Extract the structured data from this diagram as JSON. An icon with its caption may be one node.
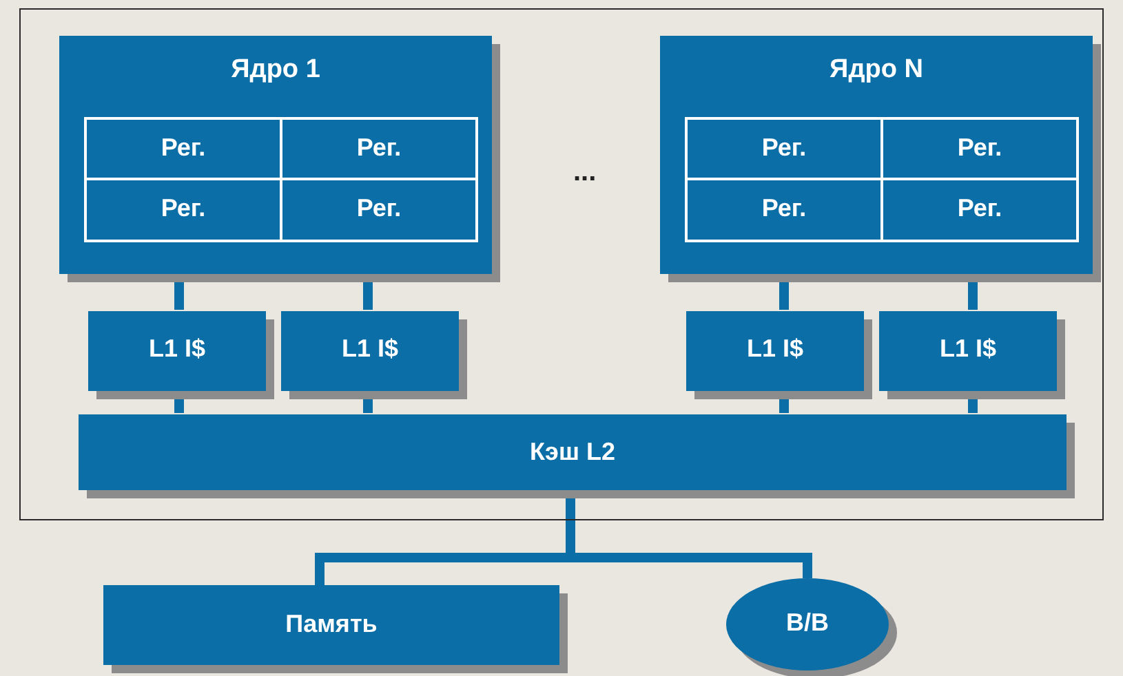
{
  "diagram": {
    "nodes": [
      {
        "text": [],
        "shape": "box"
      },
      {
        "text": [
          "Ядро 1"
        ],
        "in": 0
      },
      {
        "text": [
          "Рег."
        ],
        "in": 1
      },
      {
        "text": [
          "Рег."
        ],
        "in": 1
      },
      {
        "text": [
          "Рег."
        ],
        "in": 1
      },
      {
        "text": [
          "Рег."
        ],
        "in": 1
      },
      {
        "text": [
          "Ядро N"
        ],
        "in": 0
      },
      {
        "text": [
          "Рег."
        ],
        "in": 6
      },
      {
        "text": [
          "Рег."
        ],
        "in": 6
      },
      {
        "text": [
          "Рег."
        ],
        "in": 6
      },
      {
        "text": [
          "Рег."
        ],
        "in": 6
      },
      {
        "text": [
          "L1 I$"
        ],
        "in": 0
      },
      {
        "text": [
          "L1 I$"
        ],
        "in": 0
      },
      {
        "text": [
          "L1 I$"
        ],
        "in": 0
      },
      {
        "text": [
          "L1 I$"
        ],
        "in": 0
      },
      {
        "text": [
          "Кэш L2"
        ],
        "in": 0
      },
      {
        "text": [
          "Память"
        ]
      },
      {
        "text": [
          "В/В"
        ]
      }
    ],
    "edges": [
      {
        "from": 1,
        "to": 11,
        "arrow": "none"
      },
      {
        "from": 1,
        "to": 12,
        "arrow": "none"
      },
      {
        "from": 6,
        "to": 13,
        "arrow": "none"
      },
      {
        "from": 6,
        "to": 14,
        "arrow": "none"
      },
      {
        "from": 11,
        "to": 15,
        "arrow": "none"
      },
      {
        "from": 12,
        "to": 15,
        "arrow": "none"
      },
      {
        "from": 13,
        "to": 15,
        "arrow": "none"
      },
      {
        "from": 14,
        "to": 15,
        "arrow": "none"
      },
      {
        "from": 15,
        "to": 16,
        "arrow": "none"
      },
      {
        "from": 15,
        "to": 17,
        "arrow": "none"
      }
    ],
    "labels": [
      "..."
    ]
  }
}
